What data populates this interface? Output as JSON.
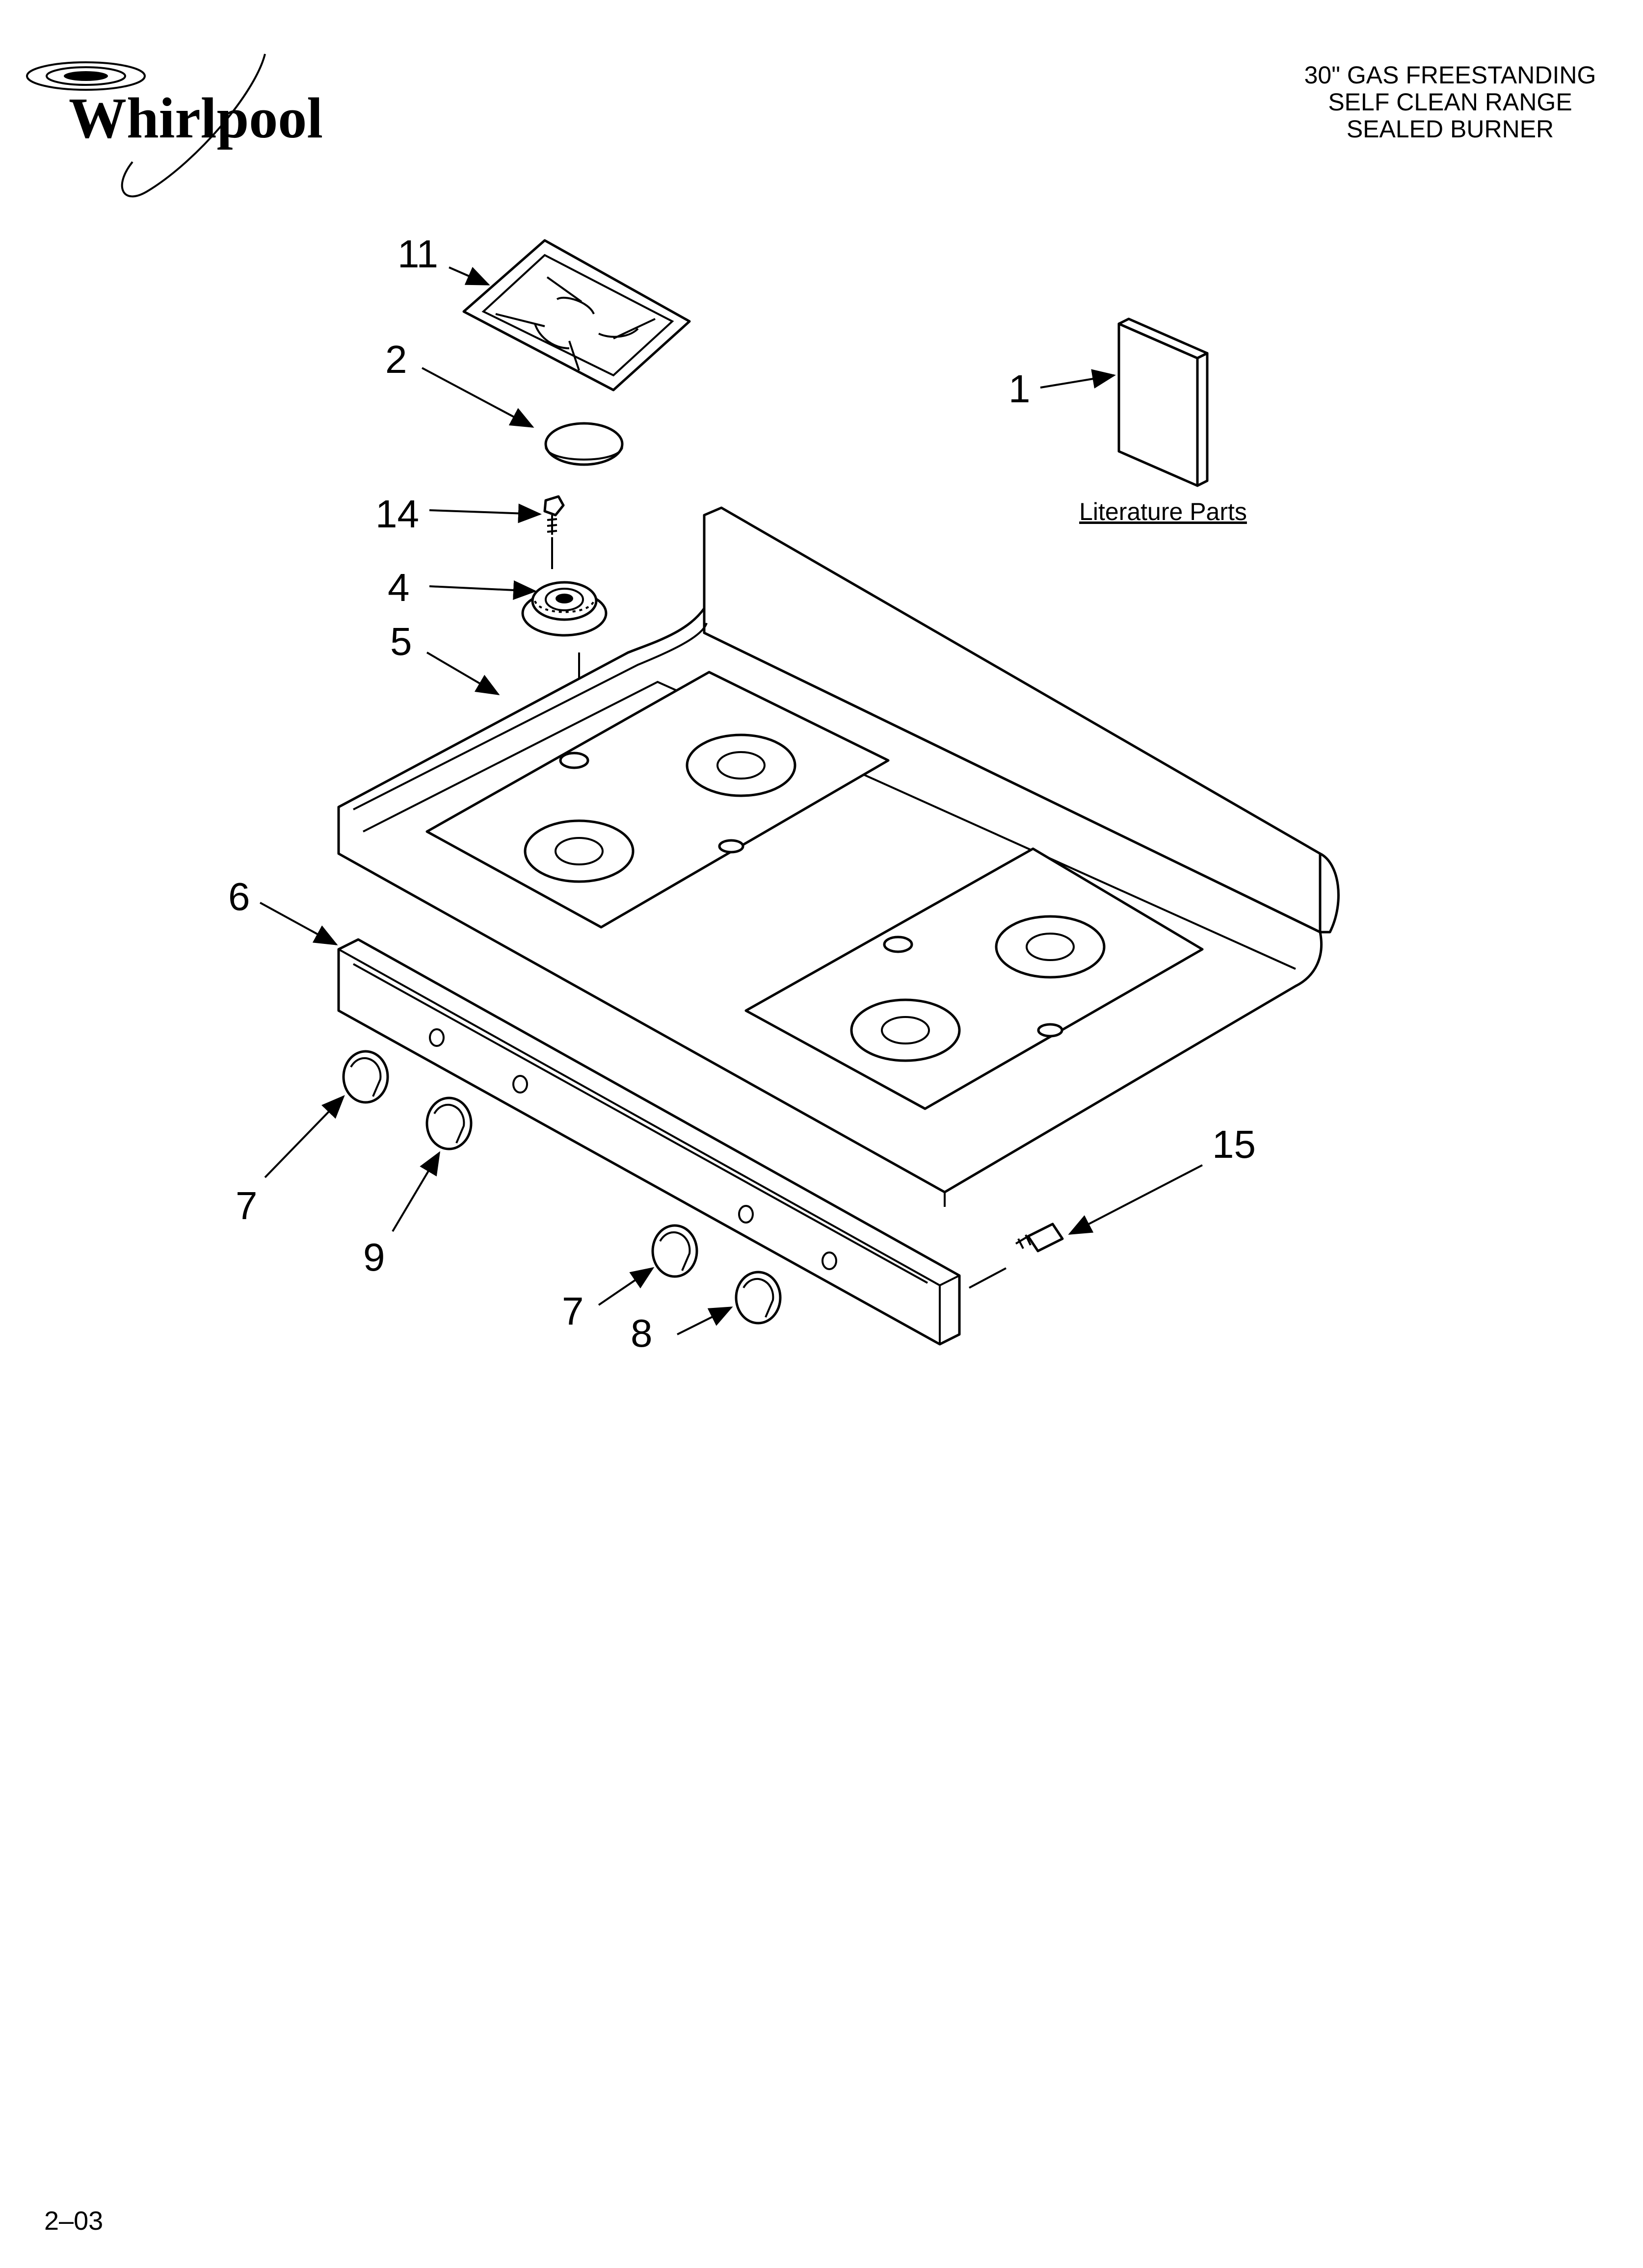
{
  "brand": {
    "name": "Whirlpool",
    "logo_icon": "whirlpool-swirl-logo"
  },
  "title_lines": [
    "30\" GAS FREESTANDING",
    "SELF CLEAN RANGE",
    "SEALED BURNER"
  ],
  "literature_label": "Literature Parts",
  "page_code": "2–03",
  "callouts": {
    "grate": "11",
    "burner_cap": "2",
    "screw_top": "14",
    "burner_base": "4",
    "cooktop": "5",
    "literature": "1",
    "manifold_panel": "6",
    "knob_left_a": "7",
    "knob_left_b": "9",
    "knob_right_a": "7",
    "knob_right_b": "8",
    "screw_side": "15"
  },
  "colors": {
    "line": "#000000",
    "background": "#ffffff"
  }
}
